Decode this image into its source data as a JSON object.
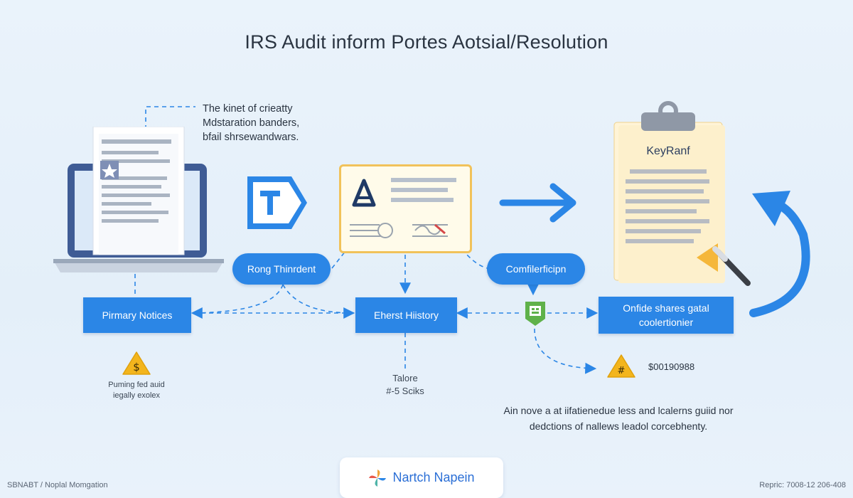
{
  "title": "IRS Audit inform Portes Aotsial/Resolution",
  "note_top": {
    "line1": "The kinet of crieatty",
    "line2": "Mdstaration banders,",
    "line3": "bfail shrsewandwars."
  },
  "card_title": "KeyRanf",
  "pill_left": "Rong Thinrdent",
  "pill_right": "Comfilerficipn",
  "box_left": "Pirmary Notices",
  "box_center": "Eherst Hiistory",
  "box_right": {
    "line1": "Onfide shares gatal",
    "line2": "coolertionier"
  },
  "warning_left_caption": {
    "line1": "Puming fed auid",
    "line2": "iegally exolex"
  },
  "center_caption": {
    "line1": "Talore",
    "line2": "#-5 Sciks"
  },
  "amount_label": "$00190988",
  "bottom_note": {
    "line1": "Ain nove a at iifatienedue less and lcalerns guiid nor",
    "line2": "dedctions of nallews leadol corcebhenty."
  },
  "footer_brand": "Nartch Napein",
  "footer_left": "SBNABT / Noplal Momgation",
  "footer_right": "Repric: 7008-12 206-408",
  "colors": {
    "accent": "#2b86e6",
    "warning": "#f3b51d",
    "green": "#5fb14a",
    "background": "#e6f0fa"
  }
}
